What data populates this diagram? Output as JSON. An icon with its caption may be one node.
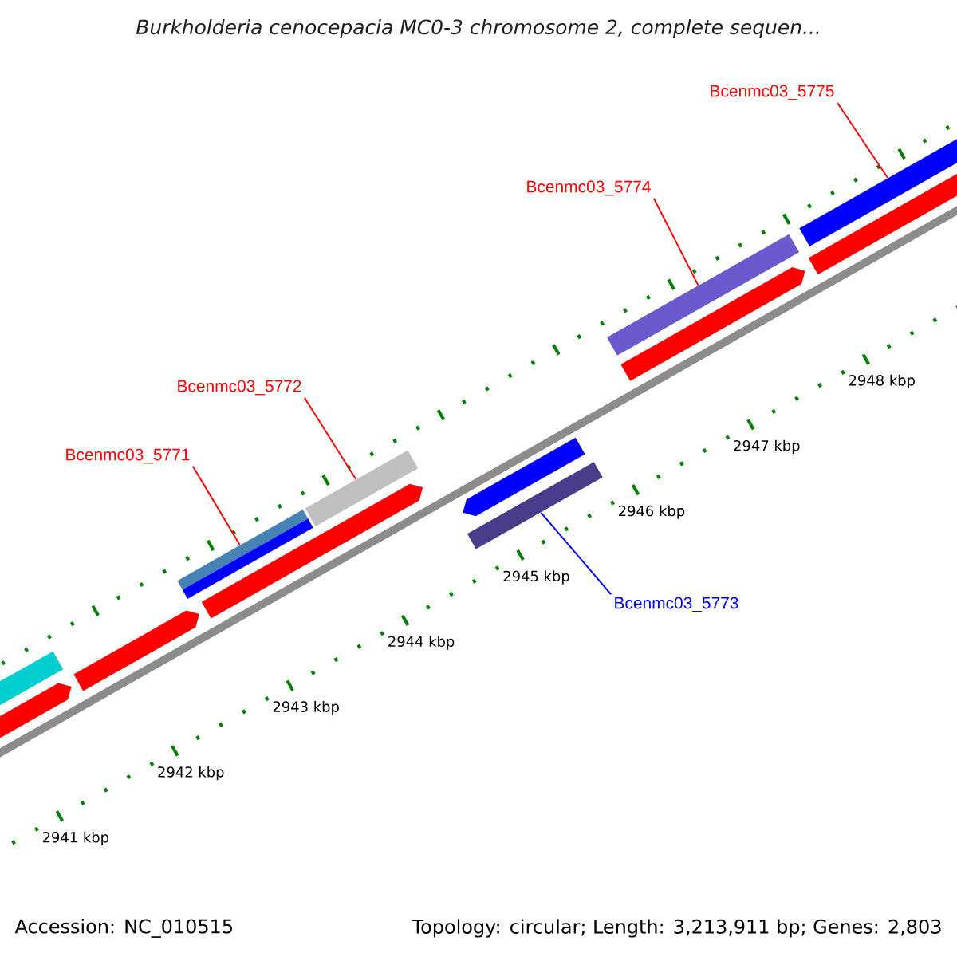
{
  "diagram": {
    "title": "Burkholderia cenocepacia MC0-3 chromosome 2, complete sequen...",
    "nodes": [
      {
        "text": [
          "Bcenmc03_5775"
        ]
      },
      {
        "text": [
          "Bcenmc03_5774"
        ]
      },
      {
        "text": [
          "Bcenmc03_5772"
        ]
      },
      {
        "text": [
          "Bcenmc03_5771"
        ]
      },
      {
        "text": [
          "Bcenmc03_5773"
        ]
      },
      {
        "text": [],
        "shape": "bar"
      },
      {
        "text": [],
        "shape": "bar"
      },
      {
        "text": [],
        "shape": "bar"
      },
      {
        "text": [],
        "shape": "bar"
      },
      {
        "text": [],
        "shape": "bar"
      },
      {
        "text": [],
        "shape": "bar"
      },
      {
        "text": [],
        "shape": "bar"
      },
      {
        "text": [],
        "shape": "bar"
      },
      {
        "text": [],
        "shape": "bar"
      },
      {
        "text": [],
        "shape": "bar"
      },
      {
        "text": [],
        "shape": "bar"
      },
      {
        "text": [],
        "shape": "bar"
      },
      {
        "text": [],
        "shape": "bar"
      }
    ],
    "edges": [
      {
        "from": 0,
        "to": 5,
        "arrow": "none"
      },
      {
        "from": 1,
        "to": 6,
        "arrow": "none"
      },
      {
        "from": 2,
        "to": 7,
        "arrow": "none"
      },
      {
        "from": 3,
        "to": 8,
        "arrow": "none"
      },
      {
        "from": 4,
        "to": 9,
        "arrow": "none",
        "color": "#0000ff"
      }
    ],
    "labels": [
      "2941 kbp",
      "2942 kbp",
      "2943 kbp",
      "2944 kbp",
      "2945 kbp",
      "2946 kbp",
      "2947 kbp",
      "2948 kbp",
      "Accession: NC_010515",
      "Topology: circular; Length: 3,213,911 bp; Genes: 2,803"
    ]
  }
}
